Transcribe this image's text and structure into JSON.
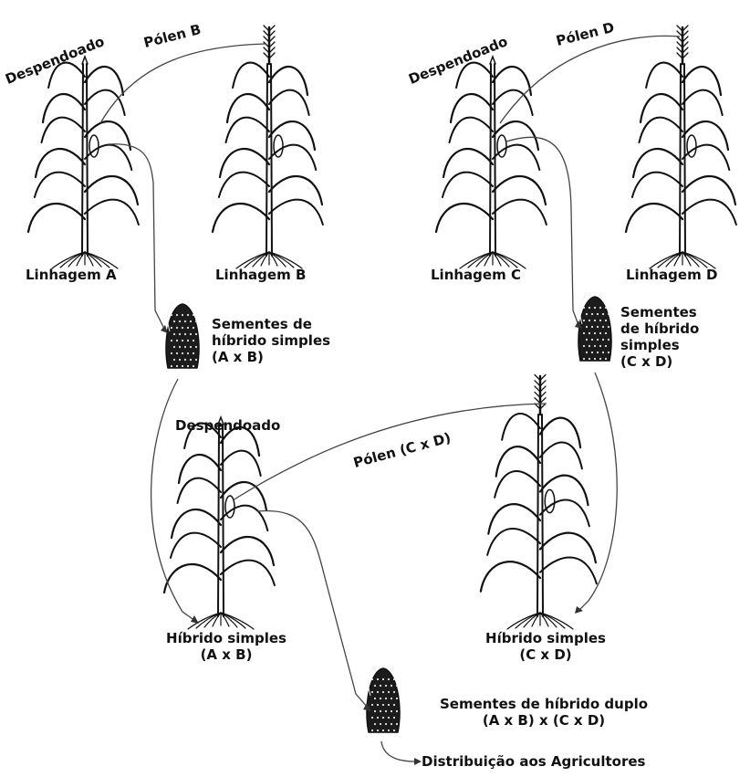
{
  "labels": {
    "despendoado": "Despendoado",
    "polen_b": "Pólen B",
    "polen_d": "Pólen D",
    "polen_cd": "Pólen (C x D)",
    "linhagem_a": "Linhagem A",
    "linhagem_b": "Linhagem B",
    "linhagem_c": "Linhagem C",
    "linhagem_d": "Linhagem D",
    "seeds_ab": [
      "Sementes de",
      "híbrido simples",
      "(A x B)"
    ],
    "seeds_cd": [
      "Sementes",
      "de híbrido",
      "simples",
      "(C x D)"
    ],
    "hybrid_ab": [
      "Híbrido simples",
      "(A x B)"
    ],
    "hybrid_cd": [
      "Híbrido simples",
      "(C x D)"
    ],
    "seeds_double": [
      "Sementes de híbrido duplo",
      "(A x B) x (C x D)"
    ],
    "distribution": "Distribuição aos Agricultores"
  },
  "colors": {
    "ink": "#111111",
    "ear": "#1c1c1c",
    "background": "#ffffff"
  }
}
